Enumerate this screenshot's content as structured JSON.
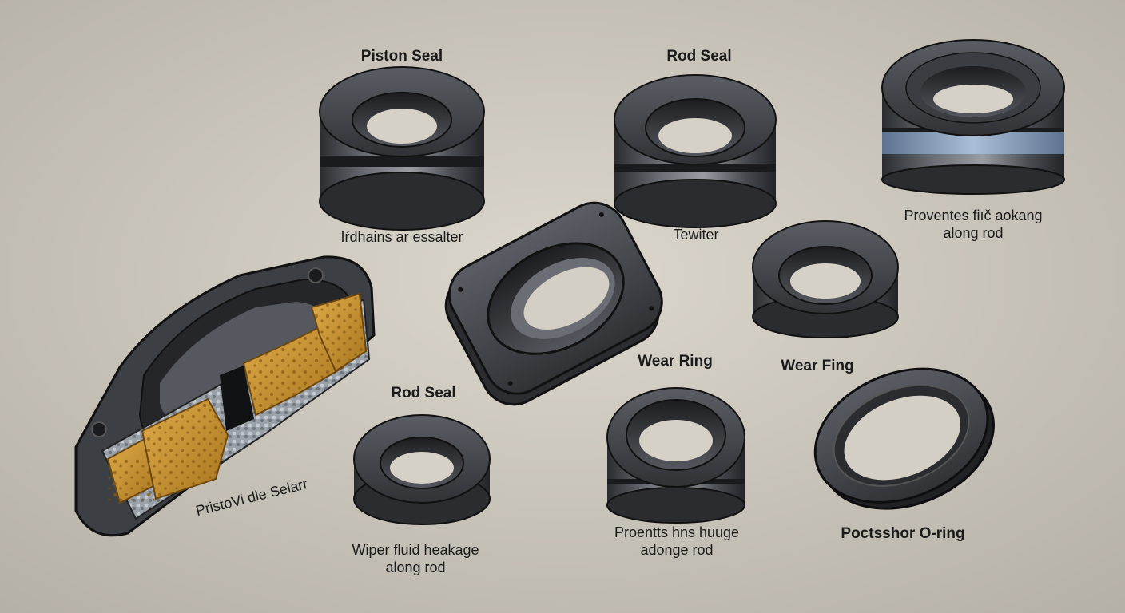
{
  "labels": {
    "piston_seal_title": "Piston Seal",
    "piston_seal_caption": "Iŕdhains ar essalter",
    "rod_seal_top_title": "Rod Seal",
    "rod_seal_top_caption": "Tewiter",
    "top_right_caption_line1": "Proventes fiıč aokang",
    "top_right_caption_line2": "along rod",
    "cutaway_caption": "PristoVi dle Selarr",
    "rod_seal_lower_title": "Rod Seal",
    "wiper_caption_line1": "Wiper fluid heakage",
    "wiper_caption_line2": "along rod",
    "wear_ring_center_title": "Wear Ring",
    "wear_ring_center_caption_line1": "Proentts hns huuge",
    "wear_ring_center_caption_line2": "adonge rod",
    "wear_ring_right_title": "Wear Fing",
    "oring_caption": "Poctsshor O-ring"
  },
  "colors": {
    "background_center": "#dcd7cd",
    "background_edge": "#b9b4aa",
    "rubber_dark": "#222428",
    "rubber_mid": "#4a4d52",
    "rubber_light": "#8c9096",
    "metal_gold": "#c8922e",
    "blue_band": "#8ea7c4"
  }
}
